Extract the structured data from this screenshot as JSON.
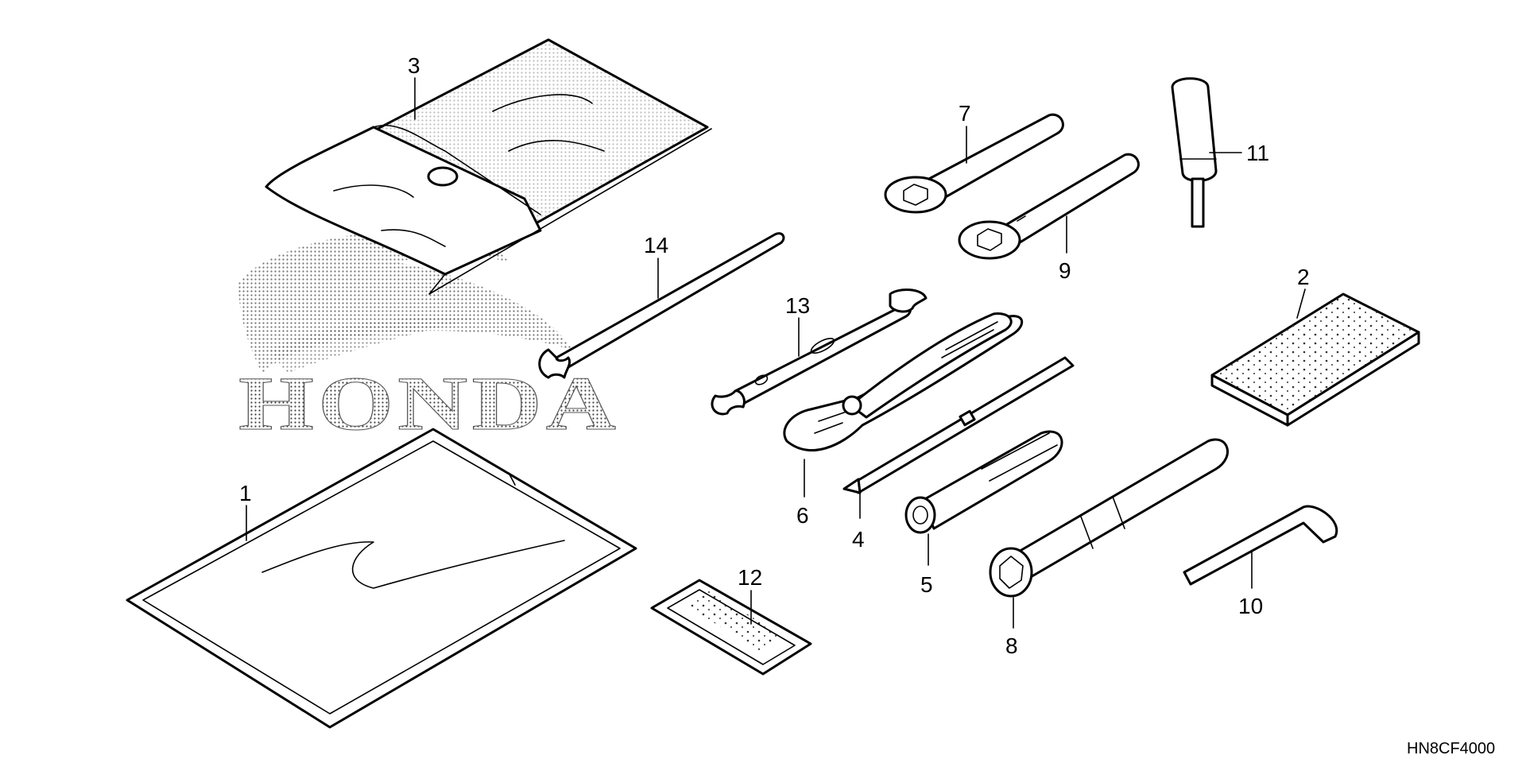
{
  "diagram": {
    "logo_text": "HONDA",
    "diagram_code": "HN8CF4000",
    "callouts": [
      {
        "id": "1",
        "text": "1"
      },
      {
        "id": "2",
        "text": "2"
      },
      {
        "id": "3",
        "text": "3"
      },
      {
        "id": "4",
        "text": "4"
      },
      {
        "id": "5",
        "text": "5"
      },
      {
        "id": "6",
        "text": "6"
      },
      {
        "id": "7",
        "text": "7"
      },
      {
        "id": "8",
        "text": "8"
      },
      {
        "id": "9",
        "text": "9"
      },
      {
        "id": "10",
        "text": "10"
      },
      {
        "id": "11",
        "text": "11"
      },
      {
        "id": "12",
        "text": "12"
      },
      {
        "id": "13",
        "text": "13"
      },
      {
        "id": "14",
        "text": "14"
      }
    ]
  }
}
